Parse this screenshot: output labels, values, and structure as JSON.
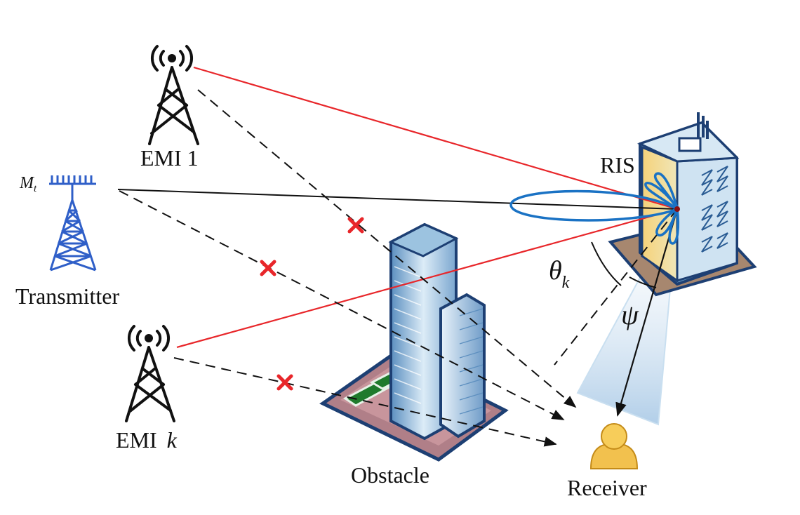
{
  "labels": {
    "emi1_prefix": "EMI",
    "emi1_index": "1",
    "transmitter": "Transmitter",
    "antenna_count_main": "M",
    "antenna_count_sub": "t",
    "emik_prefix": "EMI",
    "emik_index": "k",
    "ris": "RIS",
    "obstacle": "Obstacle",
    "receiver": "Receiver",
    "theta_main": "θ",
    "theta_sub": "k",
    "psi": "ψ"
  },
  "colors": {
    "interference_link": "#e8262a",
    "blocked_link": "#111111",
    "blocked_mark": "#e8262a",
    "transmitter": "#2f5fc8",
    "beam_lobe": "#1a72c4",
    "emi_tower": "#111111"
  },
  "icons": {
    "emi_tower": "radio-tower-icon",
    "transmitter": "antenna-array-tower-icon",
    "ris": "ris-building-icon",
    "obstacle": "skyscraper-icon",
    "receiver": "user-icon"
  }
}
